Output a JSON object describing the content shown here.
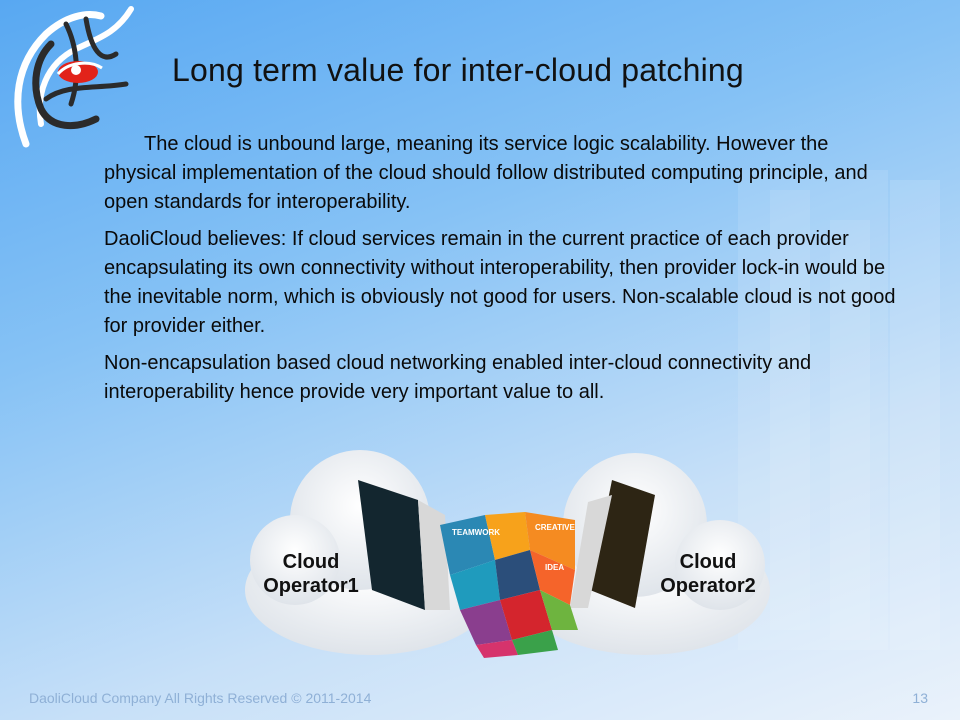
{
  "slide": {
    "title": "Long term value for inter-cloud patching",
    "paragraphs": [
      "The cloud is unbound large, meaning its service logic scalability. However the physical implementation of the cloud should follow distributed computing principle, and open standards for interoperability.",
      "DaoliCloud believes: If cloud services remain in the current practice of each provider encapsulating its own connectivity without interoperability, then provider lock-in would be the inevitable norm, which is obviously not good for users. Non-scalable cloud is not good for provider either.",
      "Non-encapsulation based cloud networking enabled inter-cloud connectivity and interoperability hence provide very important value to all."
    ],
    "footer": "DaoliCloud Company All Rights Reserved © 2011-2014",
    "page_number": "13"
  },
  "illustration": {
    "left_cloud_label_line1": "Cloud",
    "left_cloud_label_line2": "Operator1",
    "right_cloud_label_line1": "Cloud",
    "right_cloud_label_line2": "Operator2",
    "puzzle_labels": {
      "teamwork": "TEAMWORK",
      "creative": "CREATIVE",
      "idea": "IDEA"
    }
  },
  "colors": {
    "background_top": "#58a8f2",
    "background_bottom": "#eaf2fb",
    "logo_red": "#e2231a",
    "logo_dark": "#2b2b2b",
    "footer_text": "#8fb0d6"
  },
  "icons": [
    "company-logo-icon",
    "handshake-puzzle-icon"
  ]
}
